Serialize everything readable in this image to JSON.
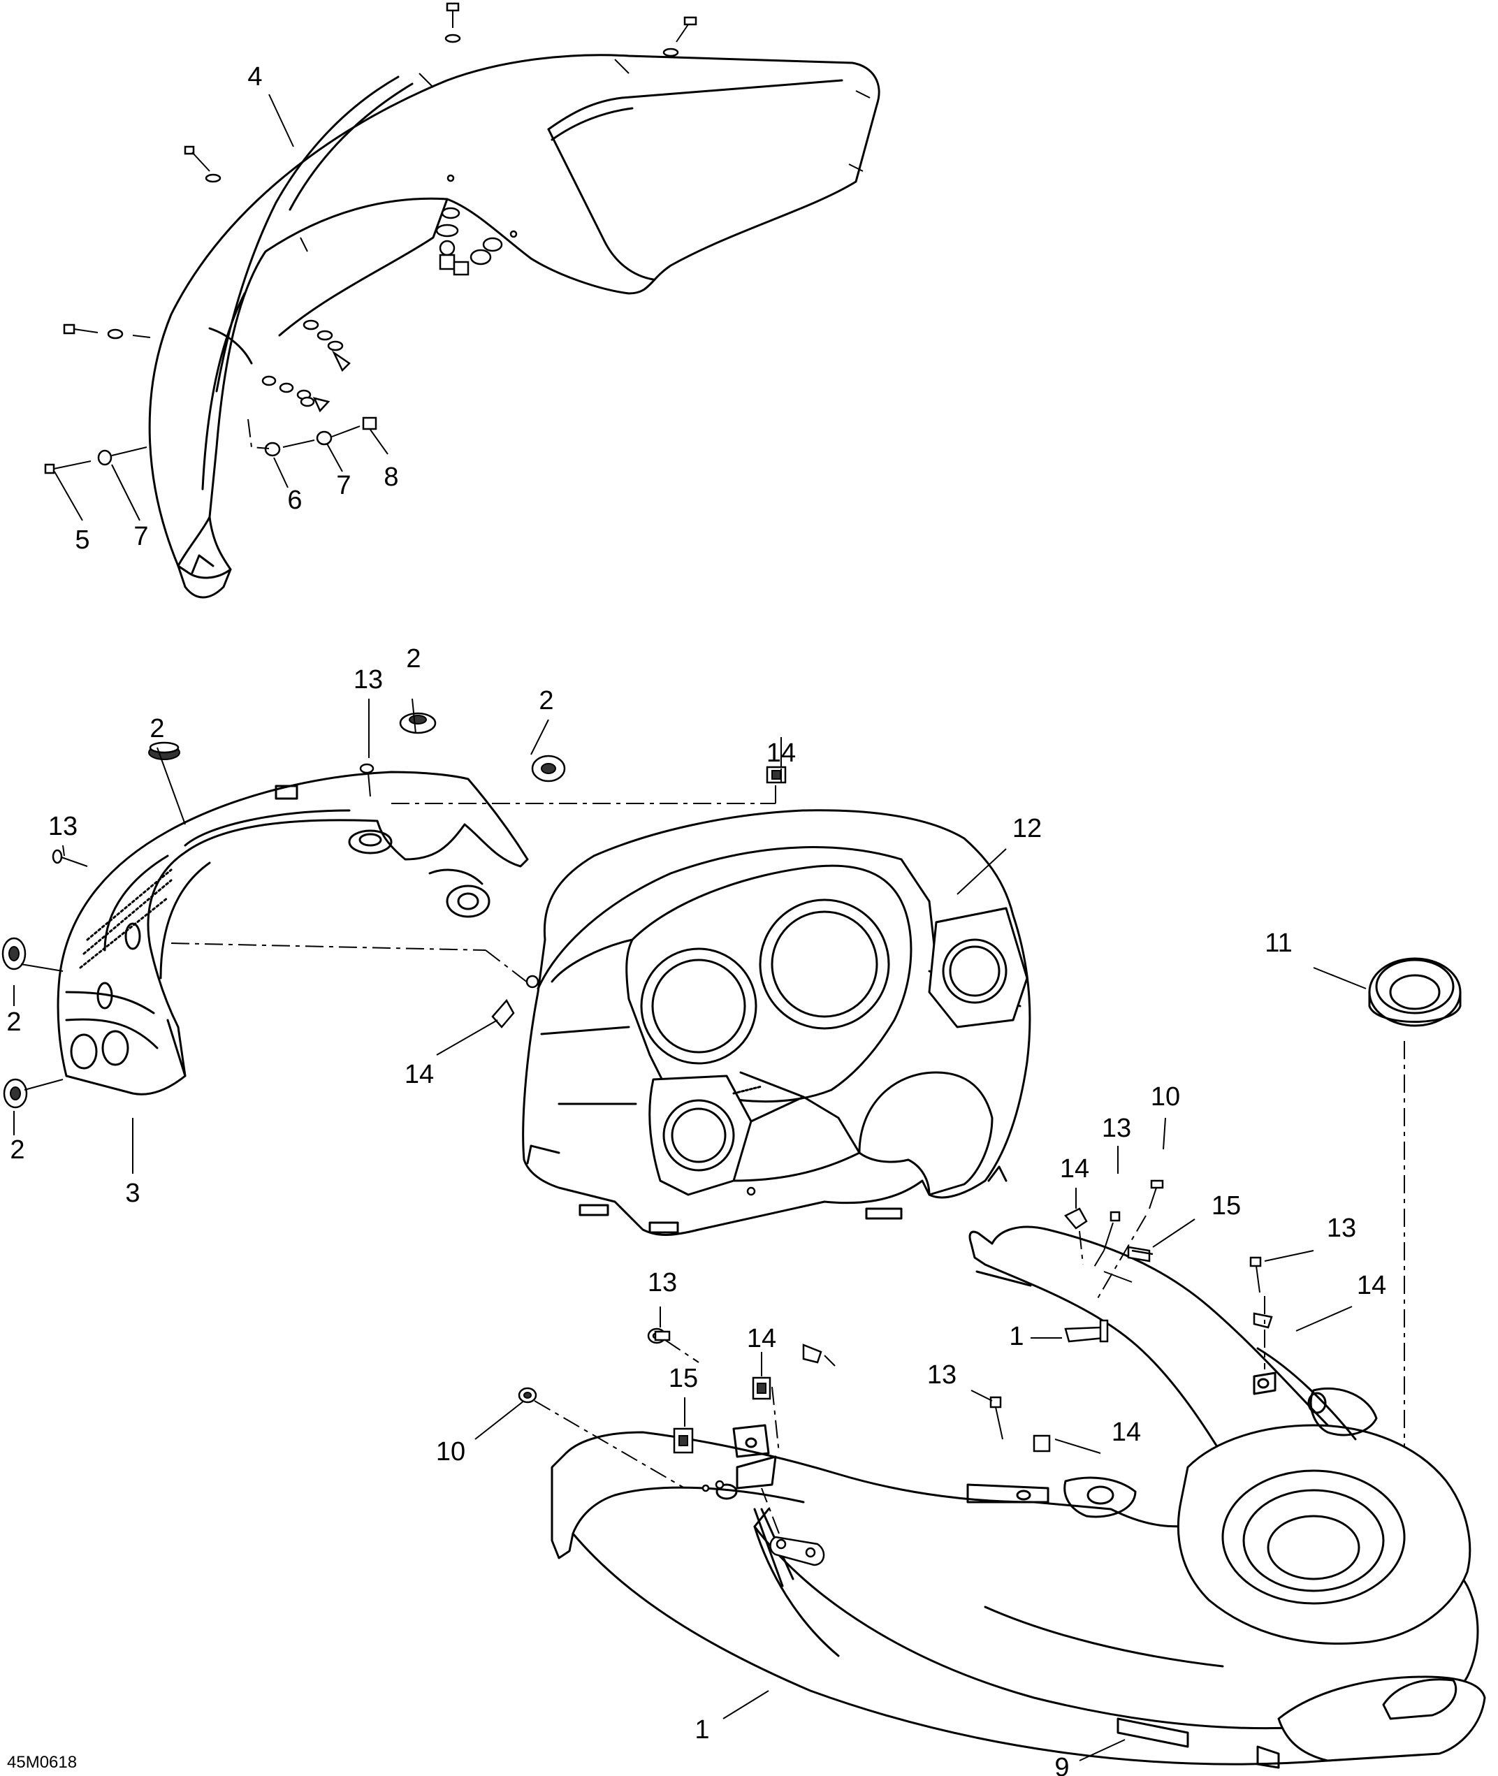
{
  "figure_code": "45M0618",
  "callouts": [
    {
      "id": "c4",
      "text": "4"
    },
    {
      "id": "c5",
      "text": "5"
    },
    {
      "id": "c7a",
      "text": "7"
    },
    {
      "id": "c6",
      "text": "6"
    },
    {
      "id": "c7b",
      "text": "7"
    },
    {
      "id": "c8",
      "text": "8"
    },
    {
      "id": "c13a",
      "text": "13"
    },
    {
      "id": "c2a",
      "text": "2"
    },
    {
      "id": "c2b",
      "text": "2"
    },
    {
      "id": "c2c",
      "text": "2"
    },
    {
      "id": "c13b",
      "text": "13"
    },
    {
      "id": "c14a",
      "text": "14"
    },
    {
      "id": "c12",
      "text": "12"
    },
    {
      "id": "c2d",
      "text": "2"
    },
    {
      "id": "c2e",
      "text": "2"
    },
    {
      "id": "c3",
      "text": "3"
    },
    {
      "id": "c14b",
      "text": "14"
    },
    {
      "id": "c11",
      "text": "11"
    },
    {
      "id": "c10a",
      "text": "10"
    },
    {
      "id": "c13c",
      "text": "13"
    },
    {
      "id": "c14c",
      "text": "14"
    },
    {
      "id": "c15a",
      "text": "15"
    },
    {
      "id": "c13d",
      "text": "13"
    },
    {
      "id": "c14d",
      "text": "14"
    },
    {
      "id": "c1a",
      "text": "1"
    },
    {
      "id": "c13e",
      "text": "13"
    },
    {
      "id": "c14e",
      "text": "14"
    },
    {
      "id": "c15b",
      "text": "15"
    },
    {
      "id": "c13f",
      "text": "13"
    },
    {
      "id": "c14f",
      "text": "14"
    },
    {
      "id": "c10b",
      "text": "10"
    },
    {
      "id": "c1b",
      "text": "1"
    },
    {
      "id": "c9",
      "text": "9"
    }
  ]
}
